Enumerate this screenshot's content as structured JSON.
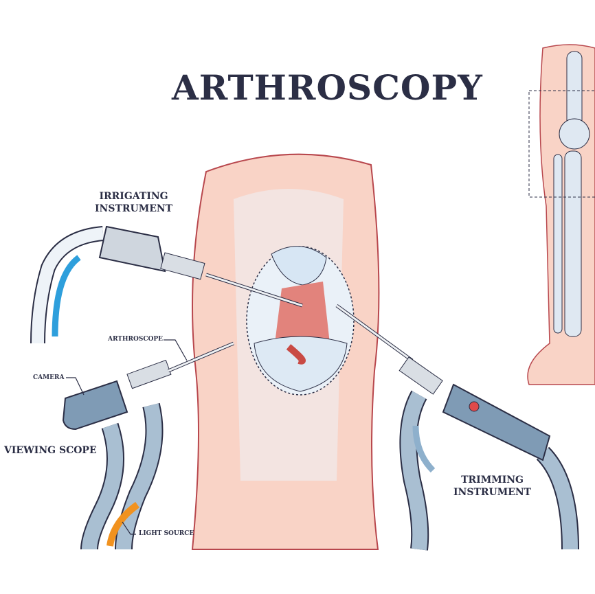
{
  "title": "ARTHROSCOPY",
  "labels": {
    "irrigating_line1": "IRRIGATING",
    "irrigating_line2": "INSTRUMENT",
    "arthroscope": "ARTHROSCOPE",
    "camera": "CAMERA",
    "viewing_scope": "VIEWING SCOPE",
    "light_source": "LIGHT SOURCE",
    "trimming_line1": "TRIMMING",
    "trimming_line2": "INSTRUMENT"
  },
  "colors": {
    "skin": "#f9d3c6",
    "outline": "#2b2e45",
    "bone": "#dfe8f2",
    "instrument": "#7f9bb5",
    "irrigation_arrow": "#2e9fdc",
    "light_arrow": "#f1921f",
    "trim_arrow": "#8eb0cc",
    "red_dot": "#e04a4a"
  }
}
